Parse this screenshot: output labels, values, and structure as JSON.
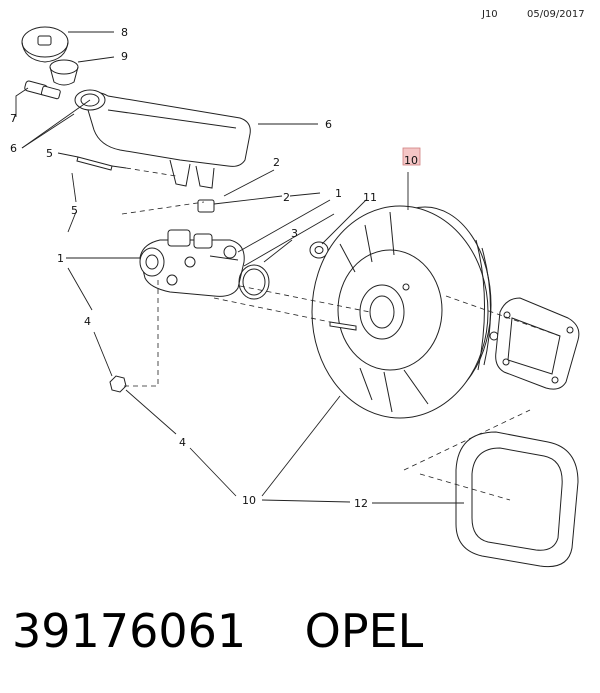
{
  "header": {
    "code": "J10",
    "date": "05/09/2017"
  },
  "footer": {
    "part_number": "39176061",
    "brand": "OPEL"
  },
  "callouts": {
    "c8": "8",
    "c9": "9",
    "c7": "7",
    "c6a": "6",
    "c6b": "6",
    "c5a": "5",
    "c5b": "5",
    "c2a": "2",
    "c2b": "2",
    "c1a": "1",
    "c1b": "1",
    "c11": "11",
    "c3": "3",
    "c10a": "10",
    "c10b": "10",
    "c4a": "4",
    "c4b": "4",
    "c12": "12"
  },
  "highlight_color": "#f4c6c6"
}
